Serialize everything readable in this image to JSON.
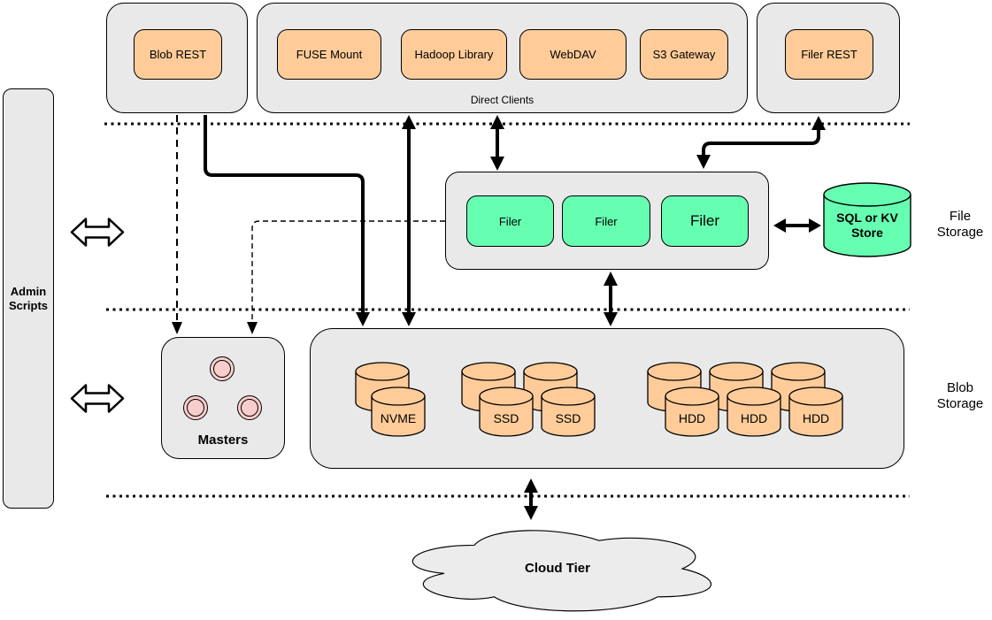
{
  "admin": {
    "label": "Admin Scripts"
  },
  "clients": {
    "blob_rest": {
      "label": "Blob REST"
    },
    "direct_clients": {
      "label": "Direct Clients",
      "items": [
        {
          "label": "FUSE Mount"
        },
        {
          "label": "Hadoop Library"
        },
        {
          "label": "WebDAV"
        },
        {
          "label": "S3 Gateway"
        }
      ]
    },
    "filer_rest": {
      "label": "Filer REST"
    }
  },
  "file_storage": {
    "layer_label": "File Storage",
    "filers": [
      {
        "label": "Filer"
      },
      {
        "label": "Filer"
      },
      {
        "label": "Filer"
      }
    ],
    "store": {
      "label": "SQL or KV Store"
    }
  },
  "masters": {
    "label": "Masters",
    "node_count": 3
  },
  "blob_storage": {
    "layer_label": "Blob Storage",
    "volume_groups": [
      {
        "type": "nvme",
        "front_labels": [
          "NVME"
        ],
        "back_count": 1
      },
      {
        "type": "ssd",
        "front_labels": [
          "SSD",
          "SSD"
        ],
        "back_count": 2
      },
      {
        "type": "hdd",
        "front_labels": [
          "HDD",
          "HDD",
          "HDD"
        ],
        "back_count": 3
      }
    ]
  },
  "cloud": {
    "label": "Cloud Tier"
  },
  "colors": {
    "client_box": "#FFCC99",
    "filer_box": "#66FFB2",
    "container": "#E9E9E9",
    "master_node": "#F8CECC",
    "cloud": "#ECECEC",
    "line": "#000000"
  }
}
